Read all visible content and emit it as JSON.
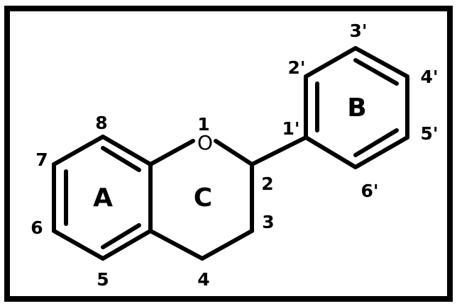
{
  "rings": {
    "a": "A",
    "b": "B",
    "c": "C"
  },
  "atoms": {
    "oxygen": "O"
  },
  "positions": {
    "p1": "1",
    "p2": "2",
    "p3": "3",
    "p4": "4",
    "p5": "5",
    "p6": "6",
    "p7": "7",
    "p8": "8",
    "p1p": "1'",
    "p2p": "2'",
    "p3p": "3'",
    "p4p": "4'",
    "p5p": "5'",
    "p6p": "6'"
  }
}
